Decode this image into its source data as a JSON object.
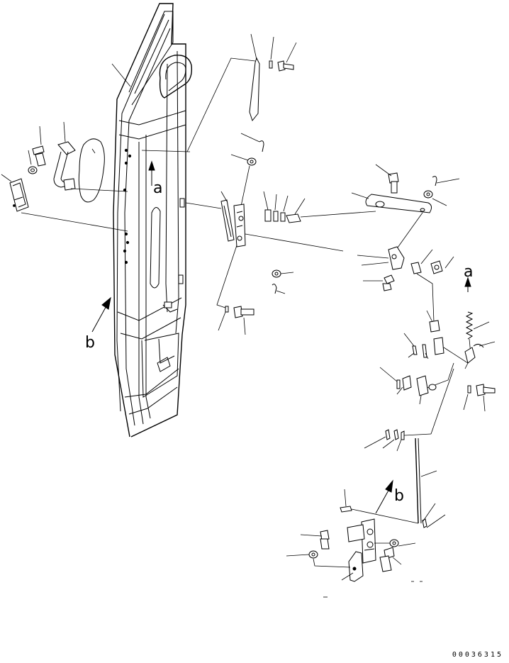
{
  "diagram": {
    "labels": {
      "view_a_door": "a",
      "view_b_door": "b",
      "view_a_linkage": "a",
      "view_b_linkage": "b"
    },
    "drawing_code": "00036315"
  }
}
